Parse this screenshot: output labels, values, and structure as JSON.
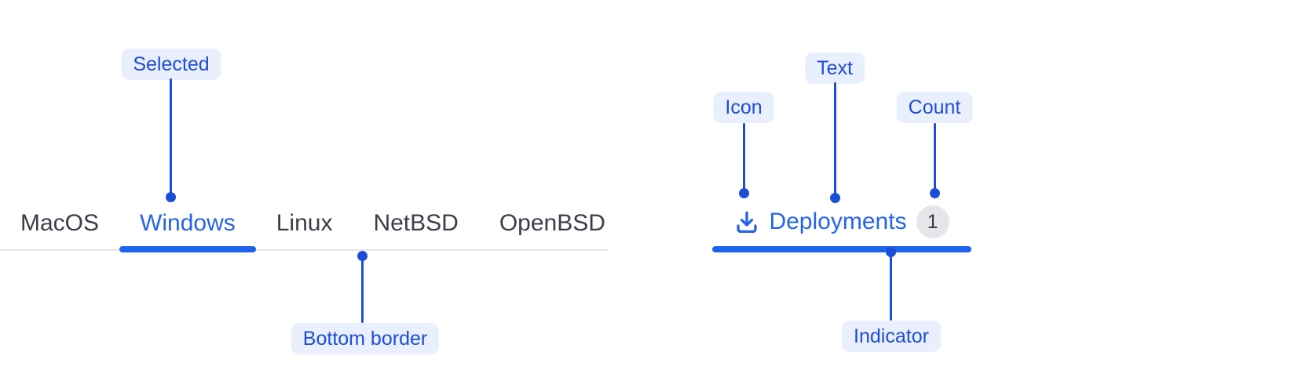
{
  "colors": {
    "accent_blue": "#2563EB",
    "indicator_blue": "#1D63ED",
    "annotation_blue": "#1D4ED8",
    "annotation_pill_bg": "#E9EFFC",
    "tab_text": "#3A3F47",
    "divider_gray": "#E3E5E9",
    "badge_bg": "#E5E6E9",
    "badge_text": "#3A3E45"
  },
  "tabs_example": {
    "items": [
      {
        "label": "MacOS",
        "selected": false
      },
      {
        "label": "Windows",
        "selected": true
      },
      {
        "label": "Linux",
        "selected": false
      },
      {
        "label": "NetBSD",
        "selected": false
      },
      {
        "label": "OpenBSD",
        "selected": false
      }
    ]
  },
  "anatomy_example": {
    "icon": "download-icon",
    "label": "Deployments",
    "count": "1"
  },
  "annotations": {
    "selected": {
      "label": "Selected"
    },
    "bottom_border": {
      "label": "Bottom border"
    },
    "icon": {
      "label": "Icon"
    },
    "text": {
      "label": "Text"
    },
    "count": {
      "label": "Count"
    },
    "indicator": {
      "label": "Indicator"
    }
  }
}
